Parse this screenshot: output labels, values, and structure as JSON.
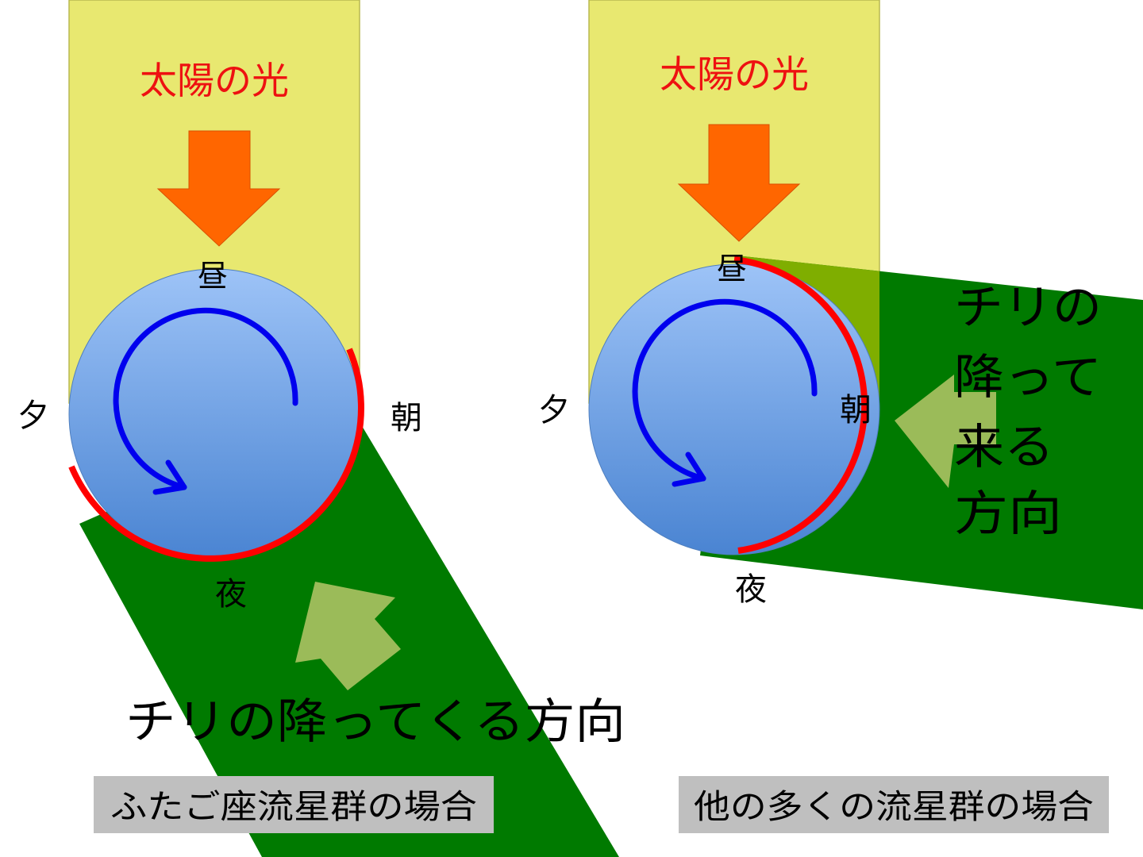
{
  "colors": {
    "sunlight_band": "#E8E870",
    "sun_arrow": "#FF6600",
    "dust_band": "#007A00",
    "dust_band_overlap": "#7FAE00",
    "dust_arrow": "#9BBB59",
    "earth_top": "#9DC3F7",
    "earth_bottom": "#4A84D2",
    "rotation_arrow": "#0000EE",
    "exposed_arc": "#FF0000",
    "sun_label": "#EE1111",
    "caption_box": "#BFBFBF"
  },
  "left_panel": {
    "sun_label": "太陽の光",
    "noon": "昼",
    "evening": "夕",
    "morning": "朝",
    "night": "夜",
    "dust_label": "チリの降ってくる方向",
    "caption": "ふたご座流星群の場合"
  },
  "right_panel": {
    "sun_label": "太陽の光",
    "noon": "昼",
    "evening": "夕",
    "morning": "朝",
    "night": "夜",
    "dust_label_lines": [
      "チリの",
      "降って",
      "来る",
      "方向"
    ],
    "caption": "他の多くの流星群の場合"
  }
}
